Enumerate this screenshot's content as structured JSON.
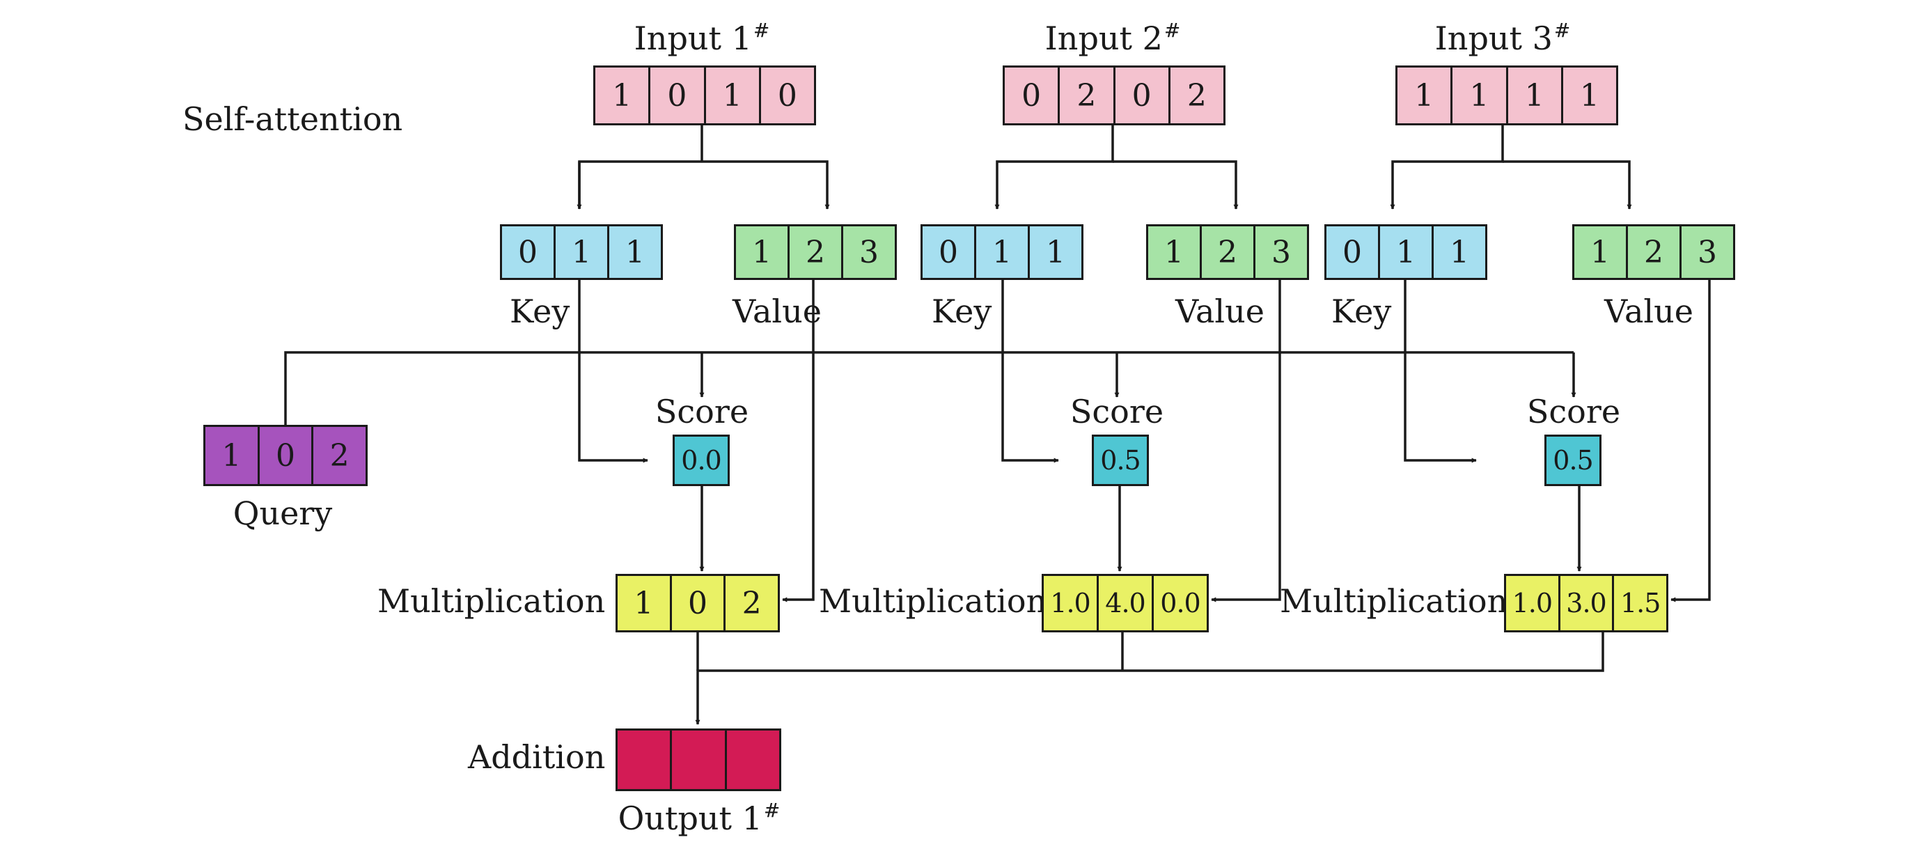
{
  "title": "Self-attention",
  "inputs": [
    {
      "label": "Input 1",
      "sup": "#",
      "values": [
        "1",
        "0",
        "1",
        "0"
      ]
    },
    {
      "label": "Input 2",
      "sup": "#",
      "values": [
        "0",
        "2",
        "0",
        "2"
      ]
    },
    {
      "label": "Input 3",
      "sup": "#",
      "values": [
        "1",
        "1",
        "1",
        "1"
      ]
    }
  ],
  "keys": [
    {
      "label": "Key",
      "values": [
        "0",
        "1",
        "1"
      ]
    },
    {
      "label": "Key",
      "values": [
        "0",
        "1",
        "1"
      ]
    },
    {
      "label": "Key",
      "values": [
        "0",
        "1",
        "1"
      ]
    }
  ],
  "values": [
    {
      "label": "Value",
      "values": [
        "1",
        "2",
        "3"
      ]
    },
    {
      "label": "Value",
      "values": [
        "1",
        "2",
        "3"
      ]
    },
    {
      "label": "Value",
      "values": [
        "1",
        "2",
        "3"
      ]
    }
  ],
  "query": {
    "label": "Query",
    "values": [
      "1",
      "0",
      "2"
    ]
  },
  "scores": [
    {
      "label": "Score",
      "value": "0.0"
    },
    {
      "label": "Score",
      "value": "0.5"
    },
    {
      "label": "Score",
      "value": "0.5"
    }
  ],
  "multiplications": [
    {
      "label": "Multiplication",
      "values": [
        "1",
        "0",
        "2"
      ]
    },
    {
      "label": "Multiplication",
      "values": [
        "1.0",
        "4.0",
        "0.0"
      ]
    },
    {
      "label": "Multiplication",
      "values": [
        "1.0",
        "3.0",
        "1.5"
      ]
    }
  ],
  "addition": {
    "label": "Addition",
    "values": [
      "",
      "",
      ""
    ]
  },
  "output": {
    "label": "Output 1",
    "sup": "#"
  },
  "colors": {
    "input": "#f4c2cf",
    "key": "#a6dff0",
    "value": "#a6e3a6",
    "query": "#a653bd",
    "score": "#4fc6d3",
    "multiplication": "#e9f165",
    "output": "#d31b55"
  }
}
